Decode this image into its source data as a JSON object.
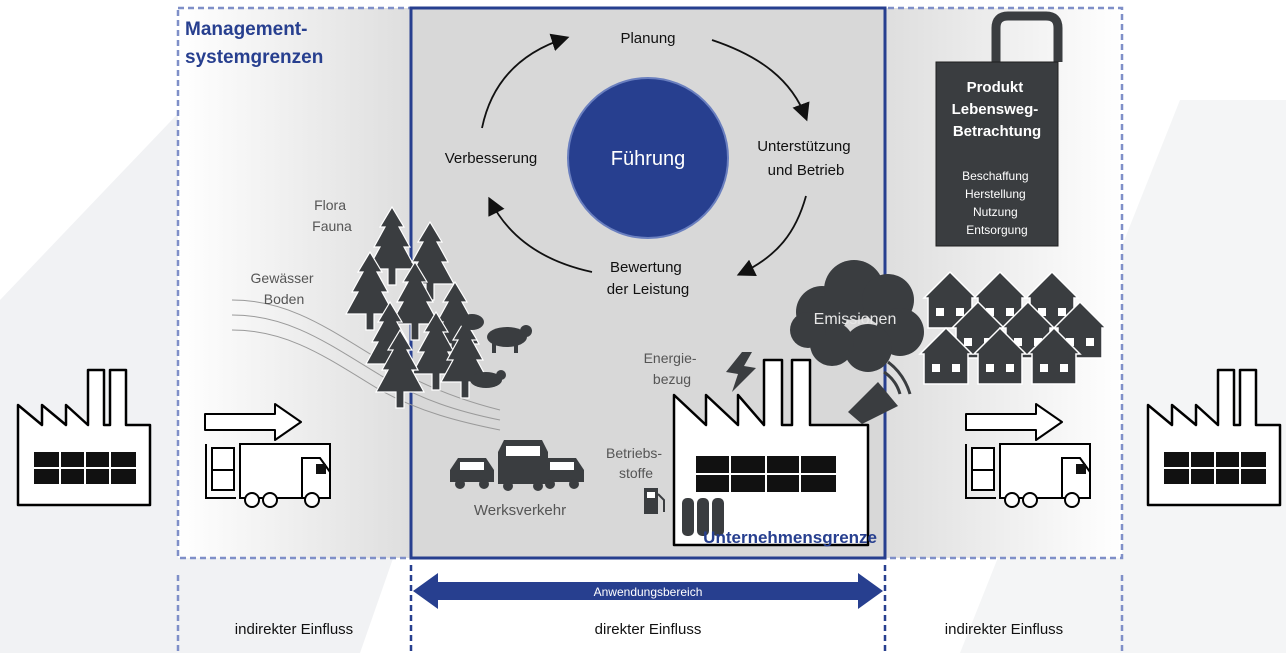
{
  "labels": {
    "management_boundary": [
      "Management-",
      "systemgrenzen"
    ],
    "company_boundary": "Unternehmensgrenze",
    "scope": "Anwendungsbereich",
    "influence_left": "indirekter Einfluss",
    "influence_center": "direkter Einfluss",
    "influence_right": "indirekter Einfluss"
  },
  "pdca_cycle": {
    "center": "Führung",
    "plan": "Planung",
    "support": [
      "Unterstützung",
      "und Betrieb"
    ],
    "evaluation": [
      "Bewertung",
      "der Leistung"
    ],
    "improvement": "Verbesserung"
  },
  "nature": {
    "flora_fauna": [
      "Flora",
      "Fauna"
    ],
    "water_soil": [
      "Gewässer",
      "Boden"
    ]
  },
  "operations": {
    "energy": [
      "Energie-",
      "bezug"
    ],
    "supplies": [
      "Betriebs-",
      "stoffe"
    ],
    "traffic": "Werksverkehr",
    "emissions": "Emissionen"
  },
  "product_bag": {
    "title": [
      "Produkt",
      "Lebensweg-",
      "Betrachtung"
    ],
    "stages": [
      "Beschaffung",
      "Herstellung",
      "Nutzung",
      "Entsorgung"
    ]
  },
  "colors": {
    "brand_blue": "#273f8f",
    "dashed_blue": "#7f8fc8",
    "dark_gray": "#3a3d40",
    "panel_gray": "#d8d8d8"
  }
}
